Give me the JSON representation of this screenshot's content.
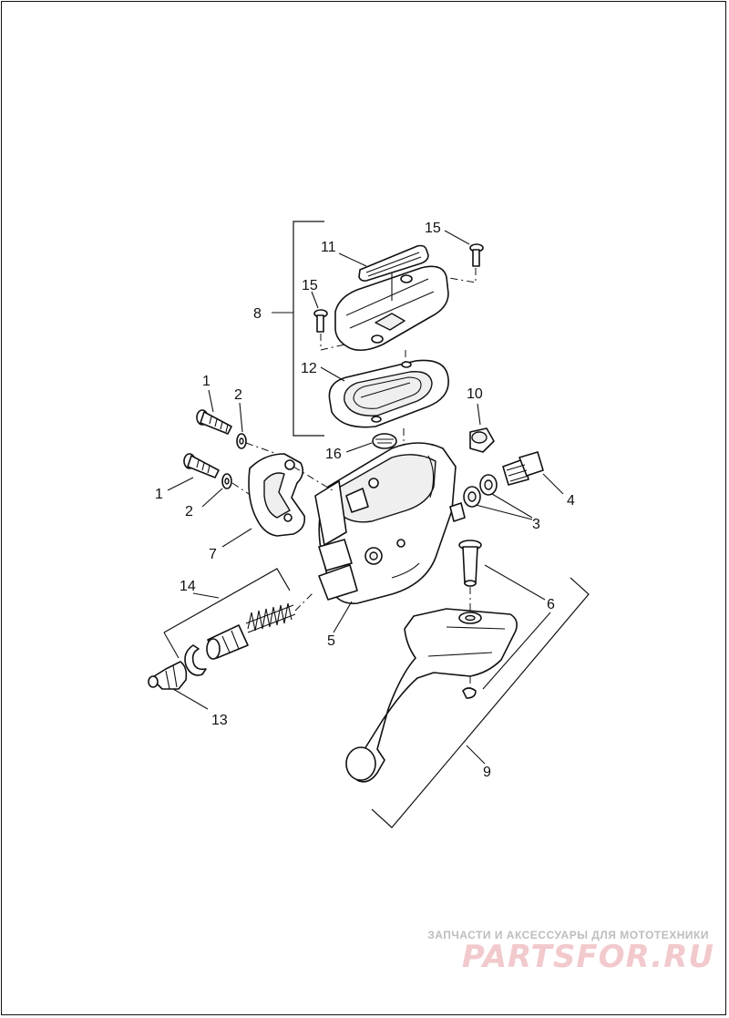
{
  "callouts": {
    "c1a": "1",
    "c2a": "2",
    "c1b": "1",
    "c2b": "2",
    "c3": "3",
    "c4": "4",
    "c5": "5",
    "c6": "6",
    "c7": "7",
    "c8": "8",
    "c9": "9",
    "c10": "10",
    "c11": "11",
    "c12": "12",
    "c13": "13",
    "c14": "14",
    "c15a": "15",
    "c15b": "15",
    "c16": "16"
  },
  "watermark": {
    "caption": "ЗАПЧАСТИ И АКСЕССУАРЫ ДЛЯ МОТОТЕХНИКИ",
    "logo": "PARTSFOR.RU",
    "color": "#f2c9cc"
  }
}
